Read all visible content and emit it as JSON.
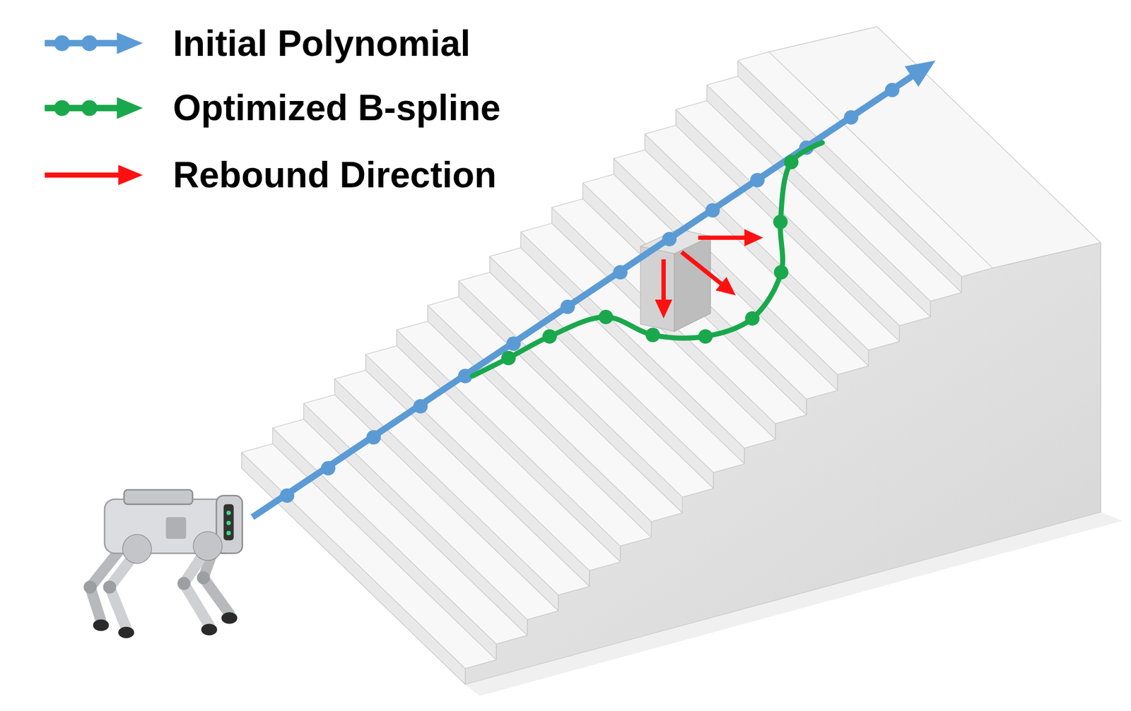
{
  "diagram": {
    "legend": [
      {
        "text": "Initial Polynomial"
      },
      {
        "text": "Optimized B-spline"
      },
      {
        "text": "Rebound Direction"
      }
    ]
  }
}
